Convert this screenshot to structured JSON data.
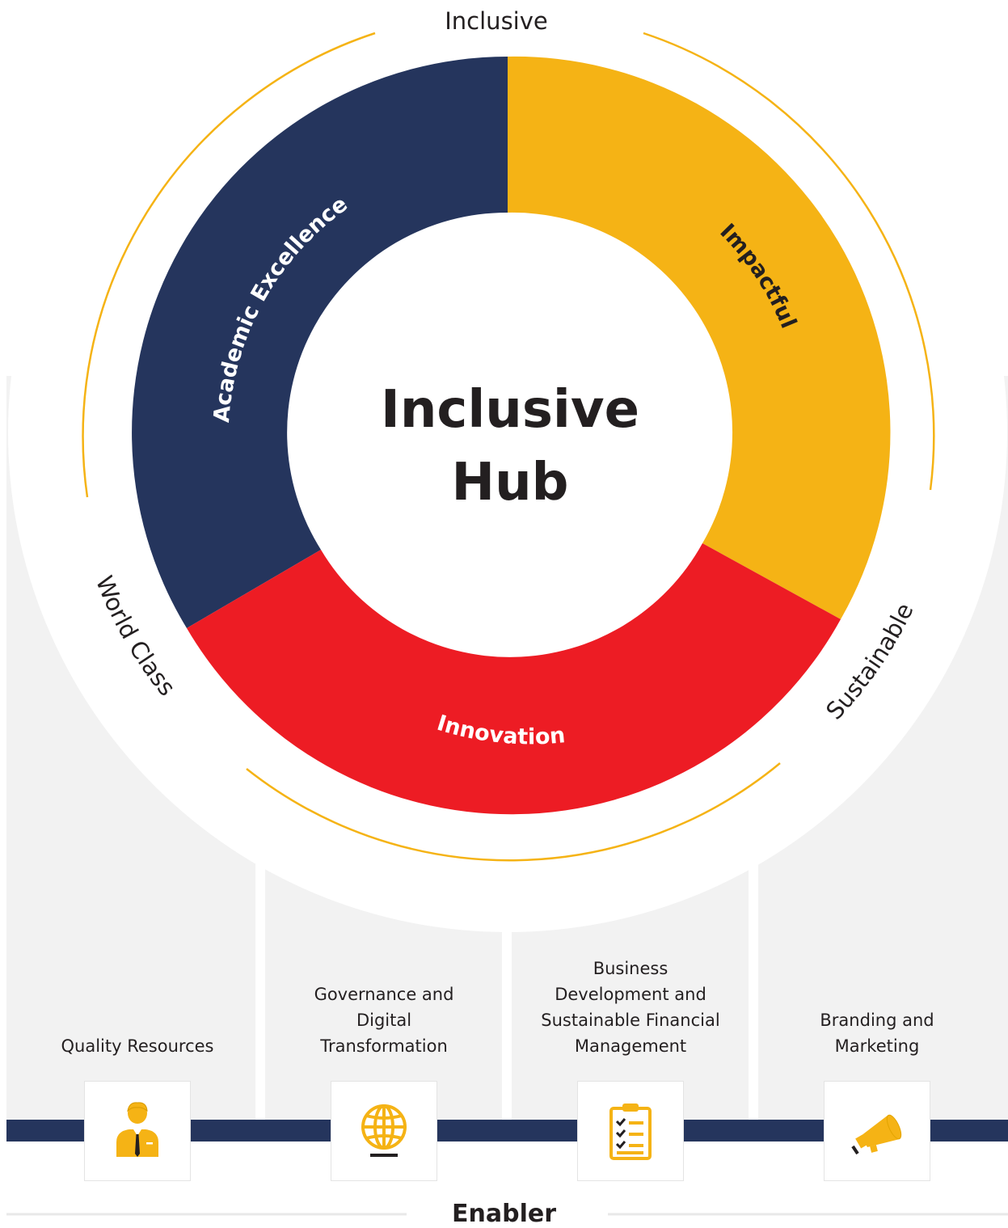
{
  "hub": {
    "line1": "Inclusive",
    "line2": "Hub"
  },
  "segments": [
    {
      "label": "Academic Excellence",
      "color": "#25355d",
      "text_color": "#ffffff"
    },
    {
      "label": "Impactful",
      "color": "#f5b315",
      "text_color": "#231f20"
    },
    {
      "label": "Innovation",
      "color": "#ed1c24",
      "text_color": "#ffffff"
    }
  ],
  "outer_labels": {
    "top": "Inclusive",
    "left": "World Class",
    "right": "Sustainable"
  },
  "enablers": [
    {
      "label": "Quality Resources",
      "icon": "businessman-icon"
    },
    {
      "label": "Governance and\nDigital\nTransformation",
      "icon": "globe-icon"
    },
    {
      "label": "Business\nDevelopment and\nSustainable Financial\nManagement",
      "icon": "clipboard-checklist-icon"
    },
    {
      "label": "Branding and\nMarketing",
      "icon": "megaphone-icon"
    }
  ],
  "footer": {
    "title": "Enabler"
  },
  "colors": {
    "accent_yellow": "#f5b315",
    "navy_bar": "#25355d",
    "panel_gray": "#f2f2f2"
  }
}
